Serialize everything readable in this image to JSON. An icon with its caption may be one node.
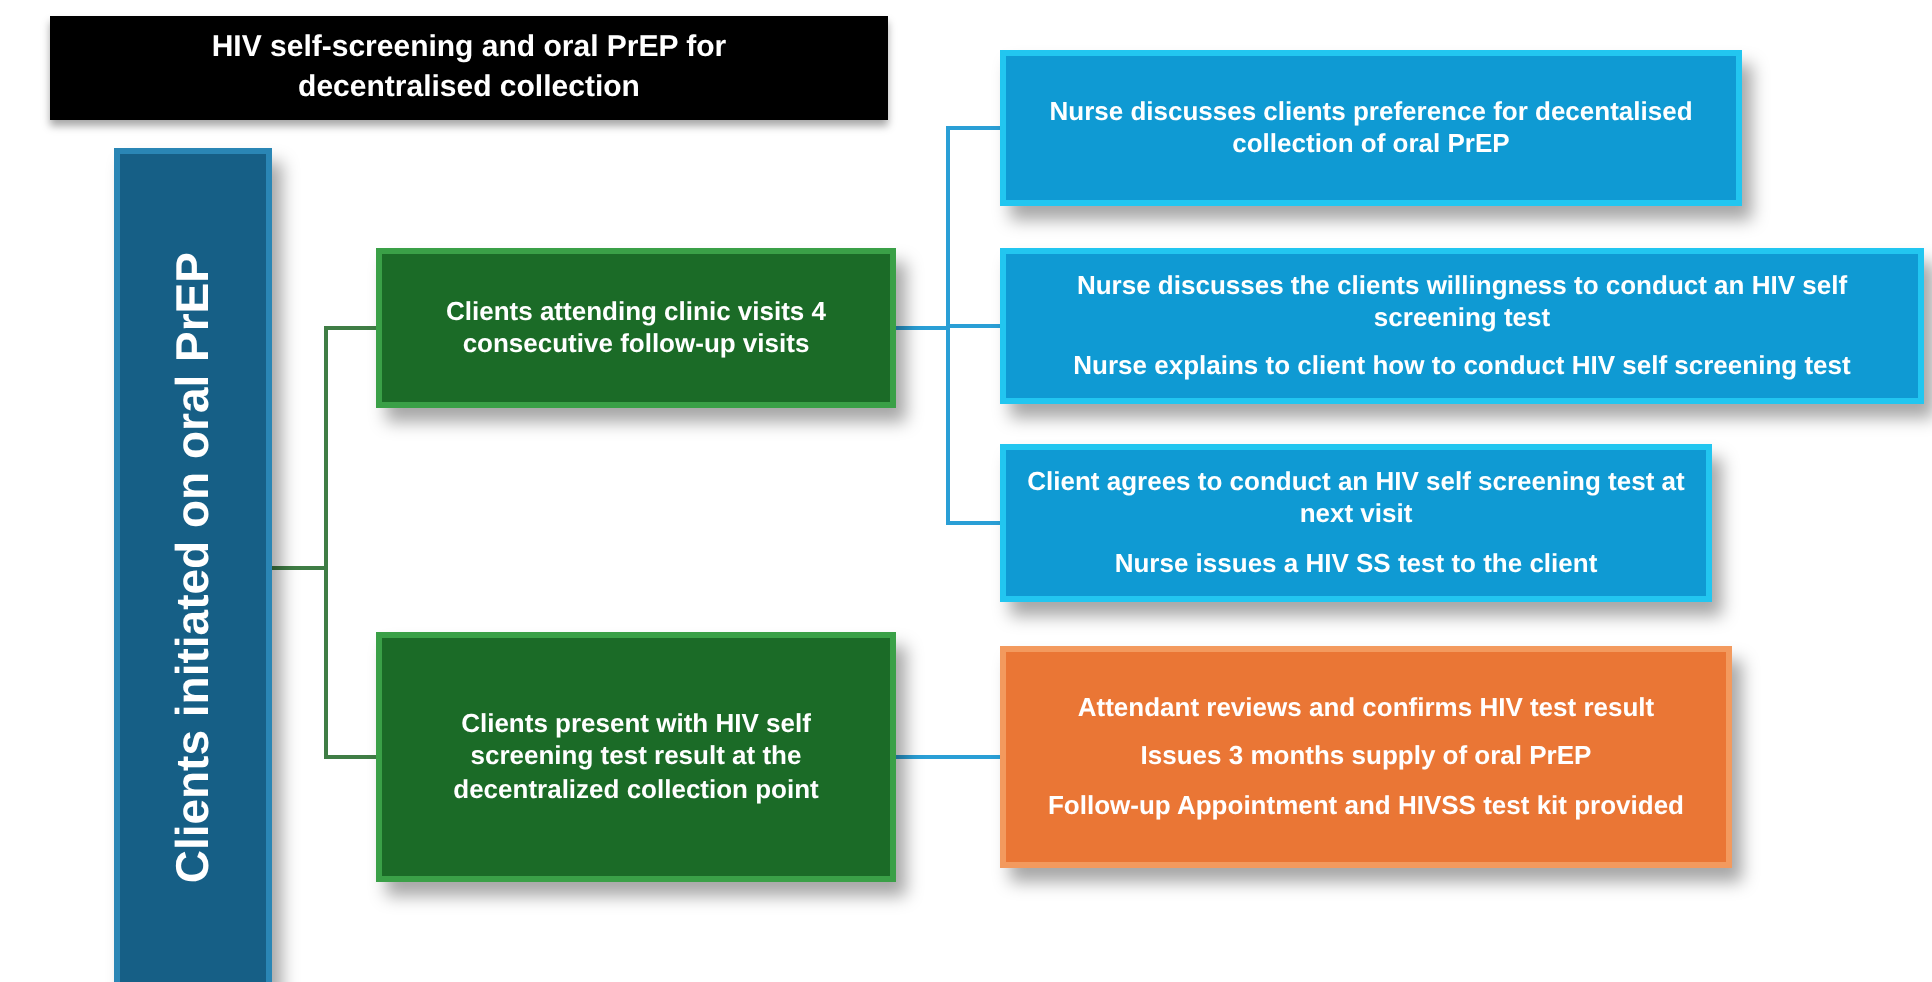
{
  "diagram": {
    "title": "HIV self-screening and oral PrEP for decentralised collection",
    "nodes": [
      {
        "text": [
          "Clients initiated on oral PrEP"
        ]
      },
      {
        "text": [
          "Clients attending  clinic visits 4 consecutive follow-up visits"
        ]
      },
      {
        "text": [
          "Clients present  with HIV self screening test result at the decentralized collection point"
        ]
      },
      {
        "text": [
          "Nurse discusses clients preference for decentalised collection of oral PrEP"
        ]
      },
      {
        "text": [
          "Nurse discusses the clients willingness to conduct an HIV self screening test",
          "Nurse explains to client how to conduct HIV self screening test"
        ]
      },
      {
        "text": [
          "Client agrees to conduct an HIV self screening test at next visit",
          "Nurse issues a HIV SS test to the client"
        ]
      },
      {
        "text": [
          "Attendant reviews and confirms  HIV test result",
          "Issues 3 months supply of oral PrEP",
          "Follow-up Appointment and HIVSS test kit provided"
        ]
      }
    ],
    "edges": [
      {
        "from": 0,
        "to": 1,
        "arrow": "none",
        "color": "#3f7d45"
      },
      {
        "from": 0,
        "to": 2,
        "arrow": "none",
        "color": "#3f7d45"
      },
      {
        "from": 1,
        "to": 3,
        "arrow": "none"
      },
      {
        "from": 1,
        "to": 4,
        "arrow": "none"
      },
      {
        "from": 1,
        "to": 5,
        "arrow": "none"
      },
      {
        "from": 2,
        "to": 6,
        "arrow": "none"
      }
    ]
  }
}
